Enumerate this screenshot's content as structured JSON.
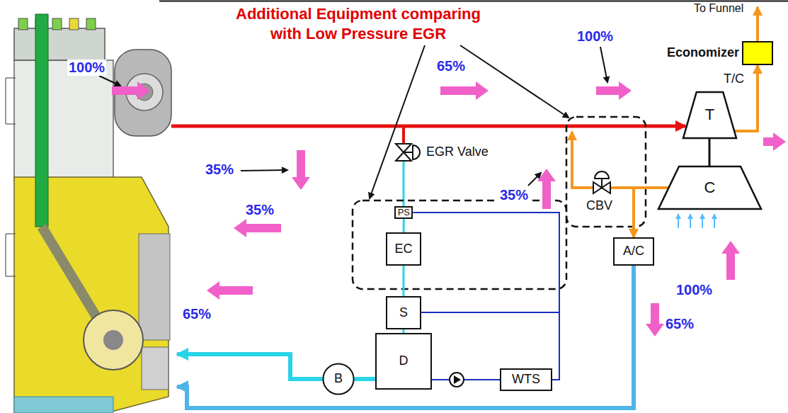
{
  "diagram": {
    "nodes": [
      {
        "text": [
          "Economizer"
        ]
      },
      {
        "text": [
          "T"
        ]
      },
      {
        "text": [
          "C"
        ]
      },
      {
        "text": [
          "PS"
        ]
      },
      {
        "text": [
          "EC"
        ]
      },
      {
        "text": [
          "A/C"
        ]
      },
      {
        "text": [
          "S"
        ]
      },
      {
        "text": [
          "D"
        ]
      },
      {
        "text": [
          "B"
        ]
      },
      {
        "text": [
          "WTS"
        ]
      }
    ],
    "edges": [
      {
        "from": 3,
        "to": 4,
        "arrow": "none"
      },
      {
        "from": 4,
        "to": 6,
        "arrow": "none"
      },
      {
        "from": 6,
        "to": 7,
        "arrow": "none"
      },
      {
        "from": 7,
        "to": 8,
        "arrow": "none"
      },
      {
        "from": 7,
        "to": 9,
        "arrow": "none"
      },
      {
        "from": 9,
        "to": 6,
        "arrow": "none"
      },
      {
        "from": 9,
        "to": 3,
        "arrow": "none"
      },
      {
        "from": 1,
        "to": 2,
        "arrow": "none"
      },
      {
        "from": 2,
        "to": 5,
        "arrow": "to"
      },
      {
        "from": 1,
        "to": 0,
        "arrow": "to"
      }
    ],
    "labels": [
      "Additional Equipment comparing with Low Pressure EGR",
      "To Funnel",
      "T/C",
      "100%",
      "65%",
      "100%",
      "35%",
      "EGR Valve",
      "35%",
      "35%",
      "CBV",
      "65%",
      "65%",
      "100%"
    ]
  }
}
